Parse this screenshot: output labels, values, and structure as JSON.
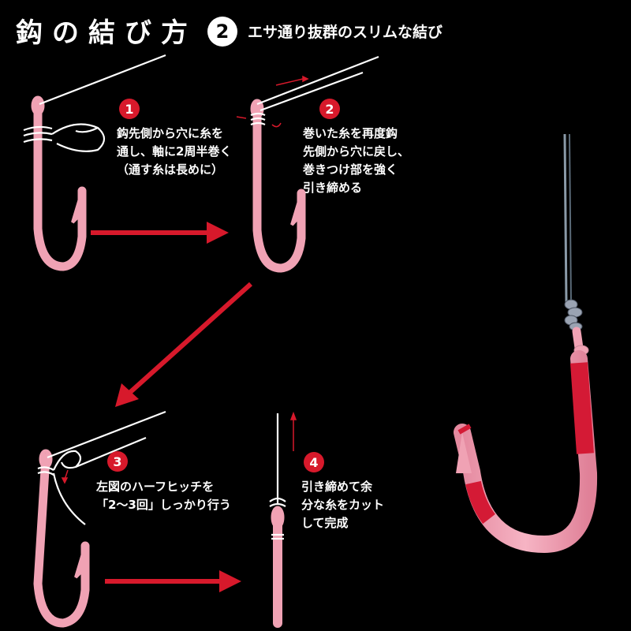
{
  "header": {
    "title": "鈎の結び方",
    "number": "2",
    "subtitle": "エサ通り抜群のスリムな結び"
  },
  "steps": [
    {
      "number": "1",
      "lines": [
        "鈎先側から穴に糸を",
        "通し、軸に2周半巻く",
        "（通す糸は長めに）"
      ]
    },
    {
      "number": "2",
      "lines": [
        "巻いた糸を再度鈎",
        "先側から穴に戻し、",
        "巻きつけ部を強く",
        "引き締める"
      ]
    },
    {
      "number": "3",
      "lines": [
        "左図のハーフヒッチを",
        "「2〜3回」しっかり行う"
      ]
    },
    {
      "number": "4",
      "lines": [
        "引き締めて余",
        "分な糸をカット",
        "して完成"
      ]
    }
  ],
  "colors": {
    "background": "#000000",
    "hook_pink": "#f0a2b4",
    "accent_red": "#d7192b",
    "line_white": "#ffffff"
  }
}
